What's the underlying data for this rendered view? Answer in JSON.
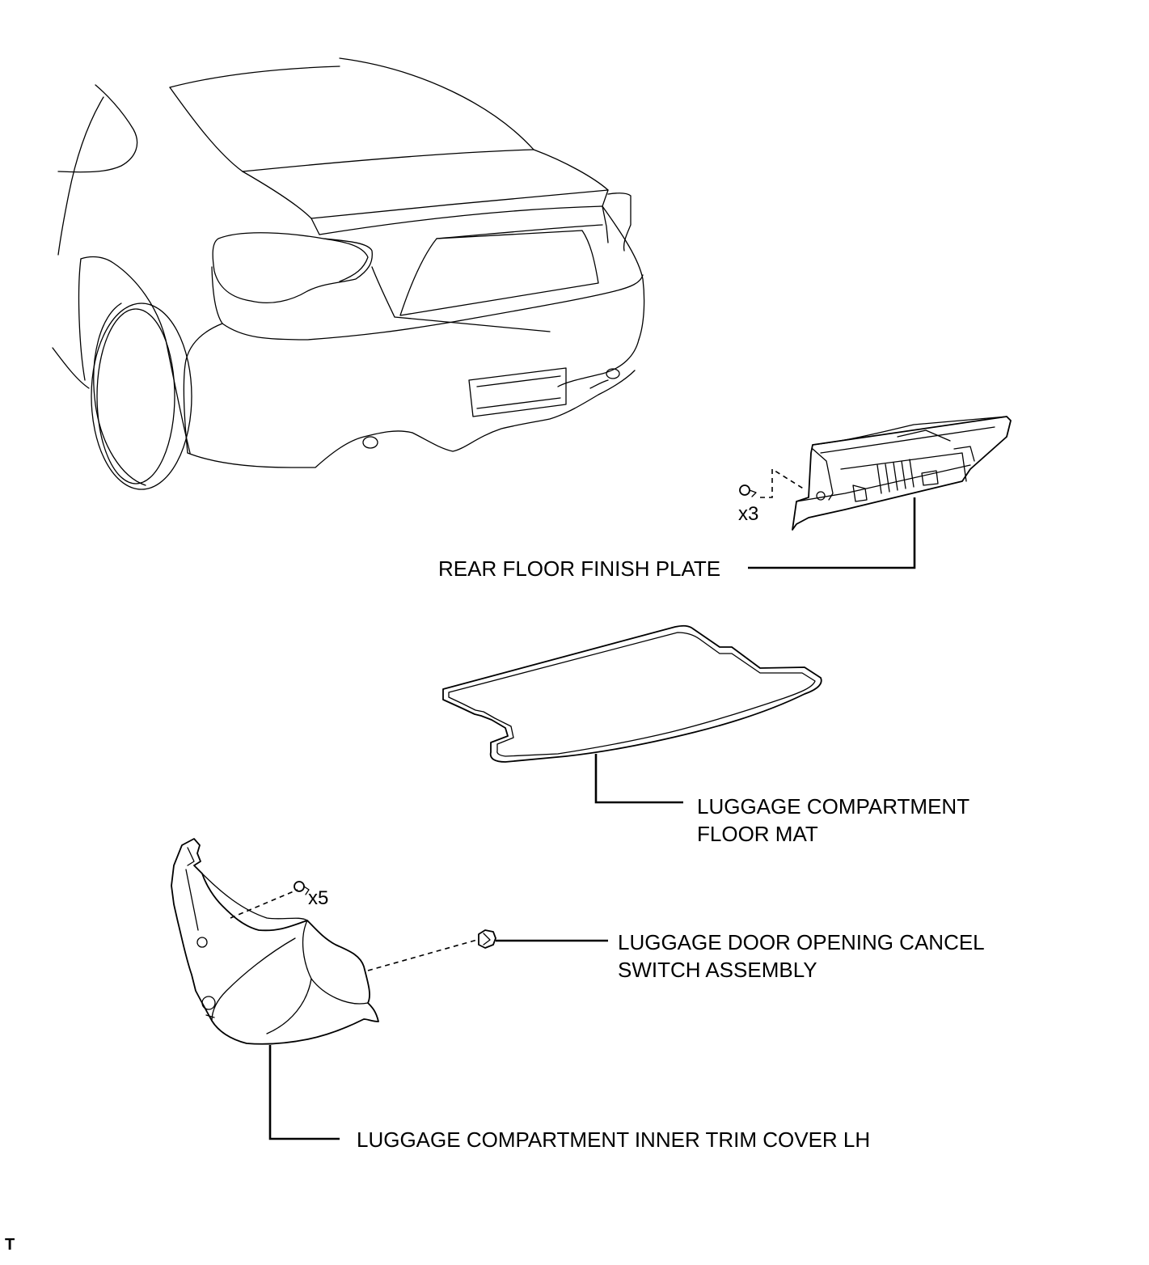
{
  "labels": {
    "rear_floor_finish_plate": "REAR FLOOR FINISH PLATE",
    "floor_mat_line1": "LUGGAGE COMPARTMENT",
    "floor_mat_line2": "FLOOR MAT",
    "cancel_switch_line1": "LUGGAGE DOOR OPENING CANCEL",
    "cancel_switch_line2": "SWITCH ASSEMBLY",
    "inner_trim_cover": "LUGGAGE COMPARTMENT INNER TRIM COVER LH"
  },
  "quantities": {
    "plate_clips": "x3",
    "trim_clips": "x5"
  },
  "figure_code": "T"
}
